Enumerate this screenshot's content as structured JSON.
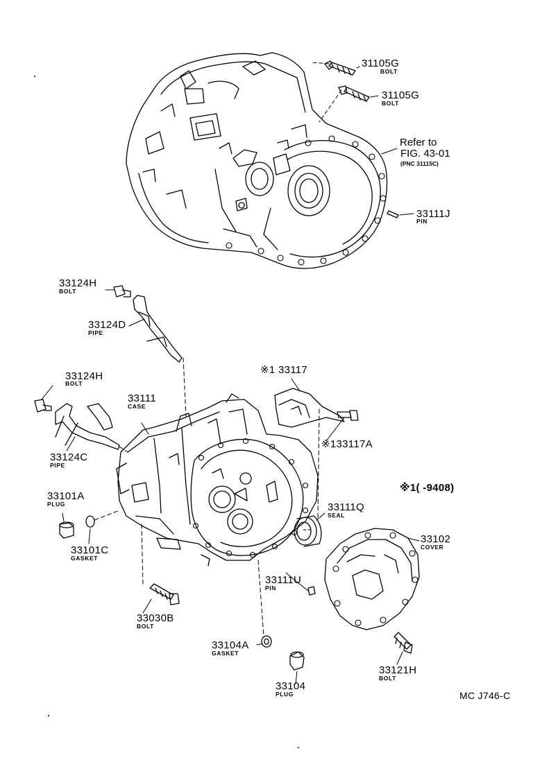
{
  "labels": {
    "b31105g_1": {
      "pn": "31105G",
      "name": "BOLT"
    },
    "b31105g_2": {
      "pn": "31105G",
      "name": "BOLT"
    },
    "p33111j": {
      "pn": "33111J",
      "name": "PIN"
    },
    "b33124h_1": {
      "pn": "33124H",
      "name": "BOLT"
    },
    "p33124d": {
      "pn": "33124D",
      "name": "PIPE"
    },
    "b33124h_2": {
      "pn": "33124H",
      "name": "BOLT"
    },
    "c33111": {
      "pn": "33111",
      "name": "CASE"
    },
    "p33124c": {
      "pn": "33124C",
      "name": "PIPE"
    },
    "p33101a": {
      "pn": "33101A",
      "name": "PLUG"
    },
    "g33101c": {
      "pn": "33101C",
      "name": "GASKET"
    },
    "b33030b": {
      "pn": "33030B",
      "name": "BOLT"
    },
    "g33104a": {
      "pn": "33104A",
      "name": "GASKET"
    },
    "p33104": {
      "pn": "33104",
      "name": "PLUG"
    },
    "s33111q": {
      "pn": "33111Q",
      "name": "SEAL"
    },
    "p33111u": {
      "pn": "33111U",
      "name": "PIN"
    },
    "c33102": {
      "pn": "33102",
      "name": "COVER"
    },
    "b33121h": {
      "pn": "33121H",
      "name": "BOLT"
    },
    "x33117": {
      "pn": "※1 33117"
    },
    "x133117a": {
      "pn": "※133117A"
    }
  },
  "refer": {
    "line1": "Refer to",
    "line2": "FIG. 43-01",
    "line3": "(PNC 31115C)"
  },
  "note": "※1(    -9408)",
  "footer_code": "MC J746-C"
}
